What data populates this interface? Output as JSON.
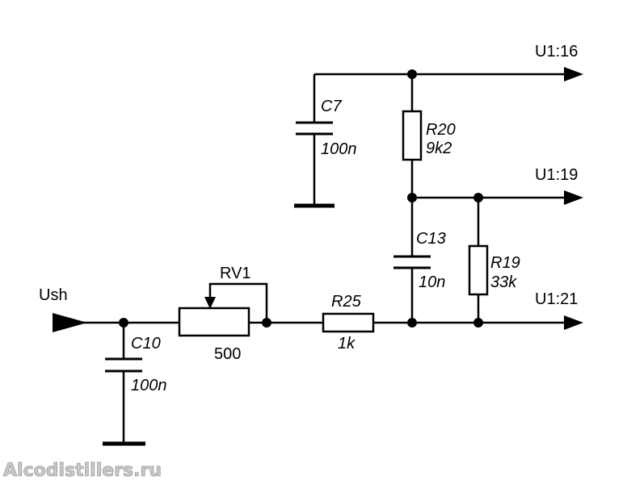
{
  "input_label": "Ush",
  "outputs": {
    "u16": "U1:16",
    "u19": "U1:19",
    "u21": "U1:21"
  },
  "components": {
    "c7": {
      "ref": "C7",
      "value": "100n"
    },
    "r20": {
      "ref": "R20",
      "value": "9k2"
    },
    "c13": {
      "ref": "C13",
      "value": "10n"
    },
    "r19": {
      "ref": "R19",
      "value": "33k"
    },
    "rv1": {
      "ref": "RV1",
      "value": "500"
    },
    "r25": {
      "ref": "R25",
      "value": "1k"
    },
    "c10": {
      "ref": "C10",
      "value": "100n"
    }
  },
  "watermark": "Alcodistillers.ru"
}
